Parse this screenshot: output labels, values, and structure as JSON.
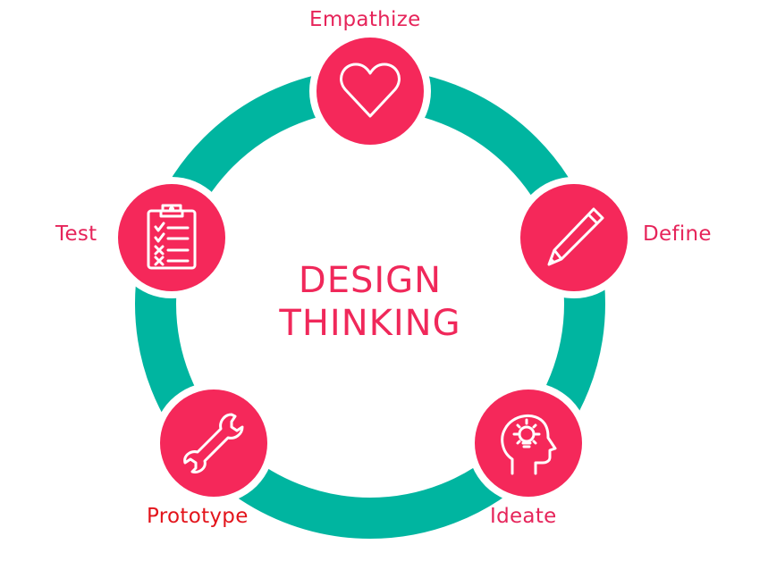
{
  "title": {
    "line1": "DESIGN",
    "line2": "THINKING"
  },
  "colors": {
    "ring": "#00b5a0",
    "node": "#f5285a",
    "label": "#e6245a",
    "prototype_label": "#e3141b"
  },
  "stages": [
    {
      "label": "Empathize",
      "icon": "heart-icon"
    },
    {
      "label": "Define",
      "icon": "pencil-icon"
    },
    {
      "label": "Ideate",
      "icon": "head-lightbulb-icon"
    },
    {
      "label": "Prototype",
      "icon": "wrench-icon"
    },
    {
      "label": "Test",
      "icon": "clipboard-checklist-icon"
    }
  ]
}
